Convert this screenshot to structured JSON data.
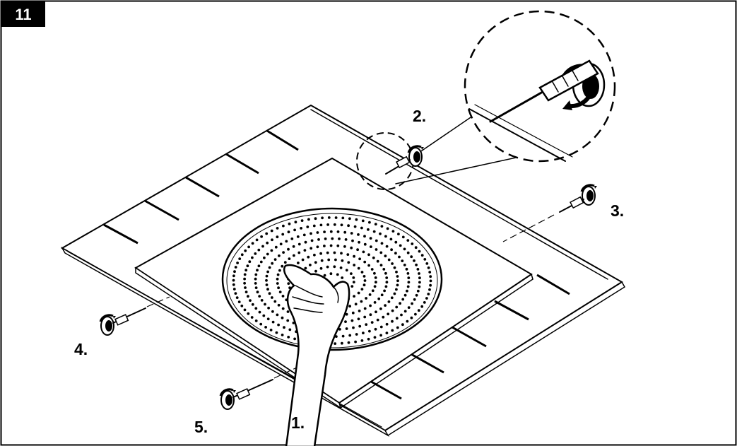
{
  "figure": {
    "number": "11",
    "steps": {
      "s1": "1.",
      "s2": "2.",
      "s3": "3.",
      "s4": "4.",
      "s5": "5."
    }
  },
  "icons": {
    "screw": "screw-icon",
    "screwdriver": "screwdriver-icon",
    "hand": "hand-icon",
    "rotate_arrow": "rotate-arrow-icon"
  },
  "colors": {
    "ink": "#000000",
    "paper": "#ffffff"
  }
}
